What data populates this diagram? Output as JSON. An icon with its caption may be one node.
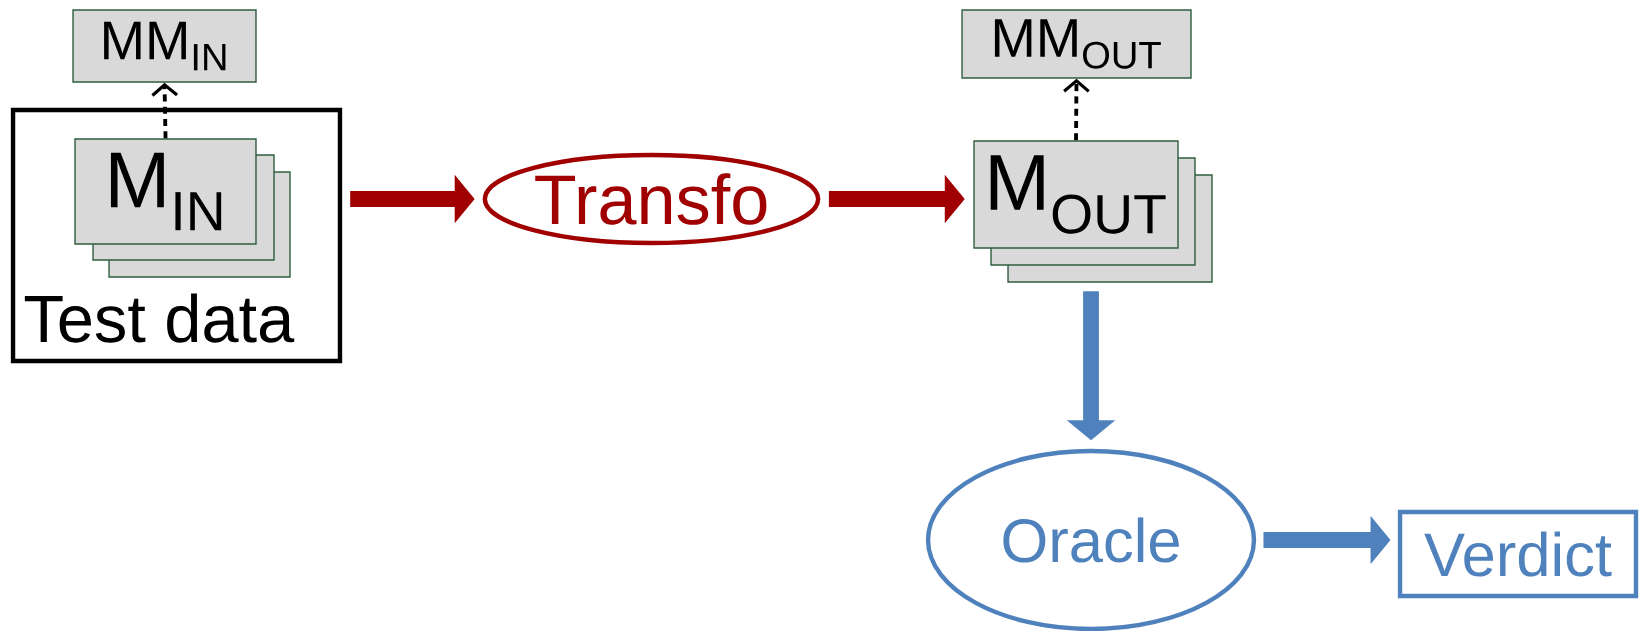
{
  "diagram": {
    "nodes": [
      {
        "text": [
          "MM$_{IN}$"
        ]
      },
      {
        "text": [
          "Test data"
        ]
      },
      {
        "text": [
          "M$_{IN}$"
        ],
        "in": 1
      },
      {
        "text": [],
        "shape": "box",
        "in": 1
      },
      {
        "text": [],
        "shape": "box",
        "in": 1
      },
      {
        "text": [
          "Transfo"
        ]
      },
      {
        "text": [
          "MM$_{OUT}$"
        ]
      },
      {
        "text": [
          "M$_{OUT}$"
        ]
      },
      {
        "text": [],
        "shape": "box"
      },
      {
        "text": [],
        "shape": "box"
      },
      {
        "text": [
          "Oracle"
        ]
      },
      {
        "text": [
          "Verdict"
        ]
      }
    ],
    "edges": [
      {
        "from": 2,
        "to": 0,
        "arrow": "to",
        "style": "dashed"
      },
      {
        "from": 7,
        "to": 6,
        "arrow": "to",
        "style": "dashed"
      },
      {
        "from": 1,
        "to": 5,
        "arrow": "to",
        "color": "#a00000"
      },
      {
        "from": 5,
        "to": 7,
        "arrow": "to",
        "color": "#a00000"
      },
      {
        "from": 9,
        "to": 10,
        "arrow": "to",
        "color": "#4f81bd"
      },
      {
        "from": 10,
        "to": 11,
        "arrow": "to",
        "color": "#4f81bd"
      }
    ]
  }
}
